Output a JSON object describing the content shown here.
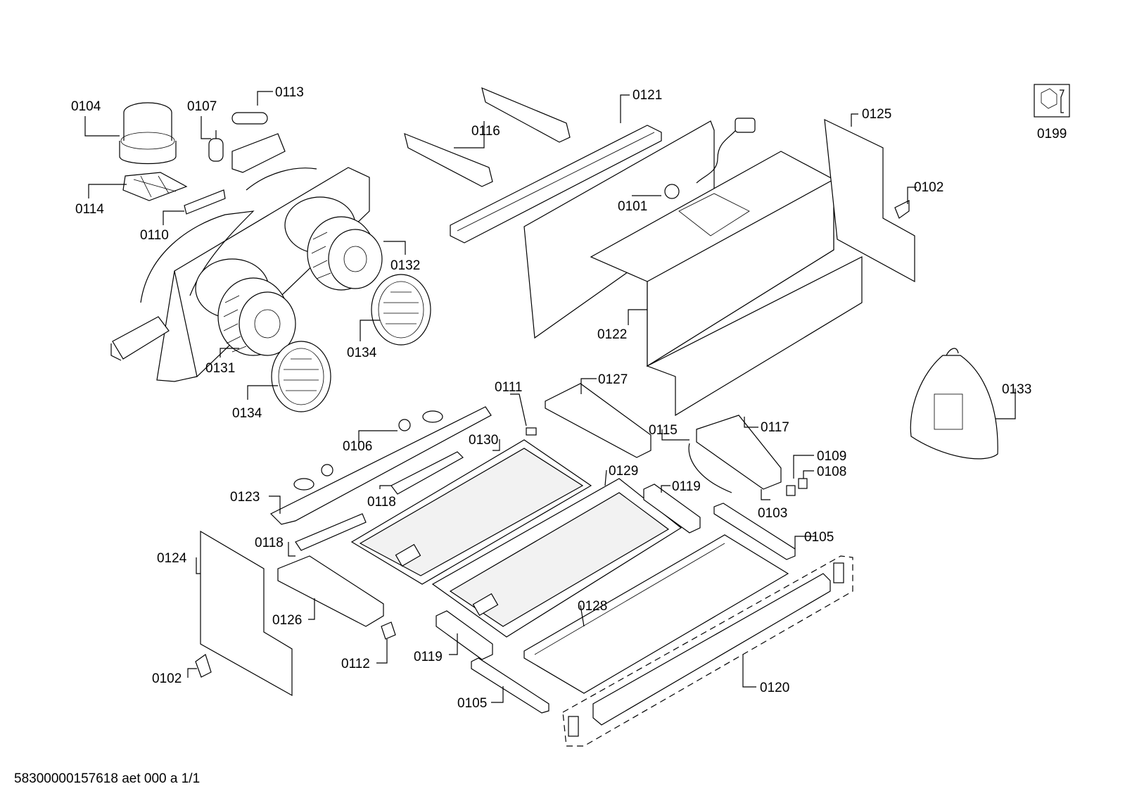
{
  "labels": {
    "p0104": "0104",
    "p0107": "0107",
    "p0113": "0113",
    "p0114": "0114",
    "p0110": "0110",
    "p0116": "0116",
    "p0121": "0121",
    "p0125": "0125",
    "p0199": "0199",
    "p0101": "0101",
    "p0102a": "0102",
    "p0132": "0132",
    "p0131": "0131",
    "p0134a": "0134",
    "p0134b": "0134",
    "p0122": "0122",
    "p0133": "0133",
    "p0111": "0111",
    "p0127": "0127",
    "p0115": "0115",
    "p0117": "0117",
    "p0106": "0106",
    "p0130": "0130",
    "p0129": "0129",
    "p0109": "0109",
    "p0108": "0108",
    "p0123": "0123",
    "p0118a": "0118",
    "p0119a": "0119",
    "p0103": "0103",
    "p0118b": "0118",
    "p0105a": "0105",
    "p0124": "0124",
    "p0128": "0128",
    "p0126": "0126",
    "p0119b": "0119",
    "p0112": "0112",
    "p0102b": "0102",
    "p0120": "0120",
    "p0105b": "0105"
  },
  "footer": {
    "code": "58300000157618 aet 000 a 1/1"
  },
  "icons": {
    "service_tool": "wrench-nut-icon"
  }
}
